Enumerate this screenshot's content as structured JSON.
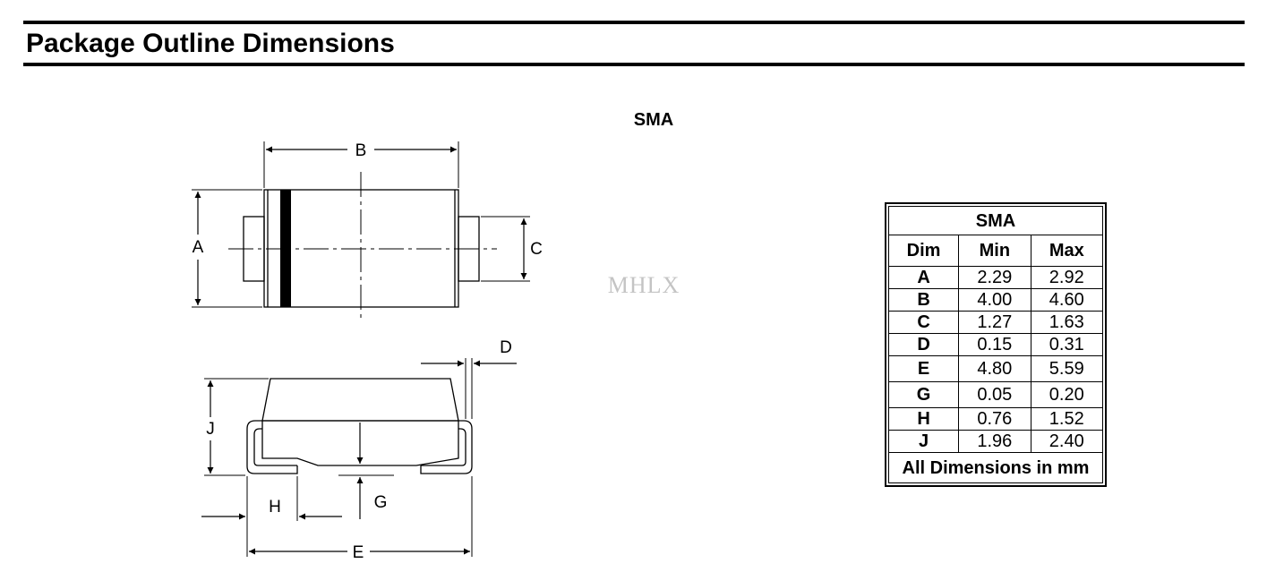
{
  "header": {
    "title": "Package Outline Dimensions"
  },
  "drawing": {
    "package_name": "SMA",
    "watermark": "MHLX",
    "dimension_labels": {
      "A": "A",
      "B": "B",
      "C": "C",
      "D": "D",
      "E": "E",
      "G": "G",
      "H": "H",
      "J": "J"
    }
  },
  "table": {
    "title": "SMA",
    "columns": [
      "Dim",
      "Min",
      "Max"
    ],
    "rows": [
      {
        "dim": "A",
        "min": "2.29",
        "max": "2.92"
      },
      {
        "dim": "B",
        "min": "4.00",
        "max": "4.60"
      },
      {
        "dim": "C",
        "min": "1.27",
        "max": "1.63"
      },
      {
        "dim": "D",
        "min": "0.15",
        "max": "0.31"
      },
      {
        "dim": "E",
        "min": "4.80",
        "max": "5.59"
      },
      {
        "dim": "G",
        "min": "0.05",
        "max": "0.20"
      },
      {
        "dim": "H",
        "min": "0.76",
        "max": "1.52"
      },
      {
        "dim": "J",
        "min": "1.96",
        "max": "2.40"
      }
    ],
    "footer": "All Dimensions in mm"
  }
}
